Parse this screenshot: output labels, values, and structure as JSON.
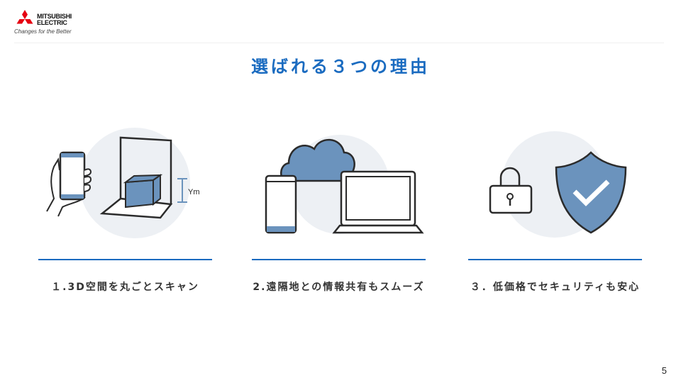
{
  "logo": {
    "name_line1": "MITSUBISHI",
    "name_line2": "ELECTRIC",
    "tagline": "Changes for the Better"
  },
  "title": "選ばれる３つの理由",
  "reasons": [
    {
      "caption": "１.3D空間を丸ごとスキャン",
      "label": "Ym",
      "icon": "phone-scan-icon"
    },
    {
      "caption": "2.遠隔地との情報共有もスムーズ",
      "icon": "cloud-devices-icon"
    },
    {
      "caption": "３．低価格でセキュリティも安心",
      "icon": "lock-shield-icon"
    }
  ],
  "page_number": "5",
  "colors": {
    "accent": "#1a6bc0",
    "fill": "#6b93bd",
    "circle": "#edf0f4",
    "stroke": "#2b2b2b"
  }
}
